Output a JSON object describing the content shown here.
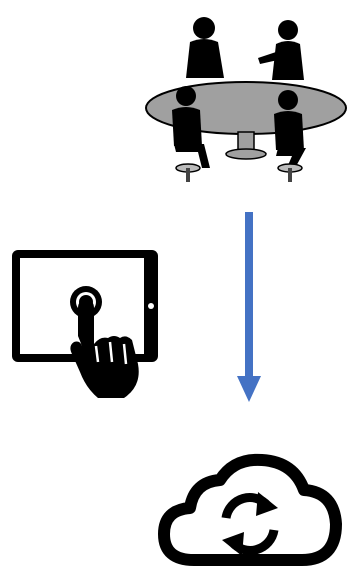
{
  "diagram": {
    "nodes": [
      {
        "id": "meeting",
        "icon": "meeting-table-icon"
      },
      {
        "id": "tablet",
        "icon": "tablet-touch-icon"
      },
      {
        "id": "cloud",
        "icon": "cloud-sync-icon"
      }
    ],
    "edges": [
      {
        "from": "meeting",
        "to": "cloud",
        "icon": "down-arrow-icon"
      }
    ],
    "colors": {
      "arrow": "#4472C4",
      "icon_fill": "#000000",
      "table_fill": "#a0a0a0",
      "background": "#ffffff"
    }
  }
}
